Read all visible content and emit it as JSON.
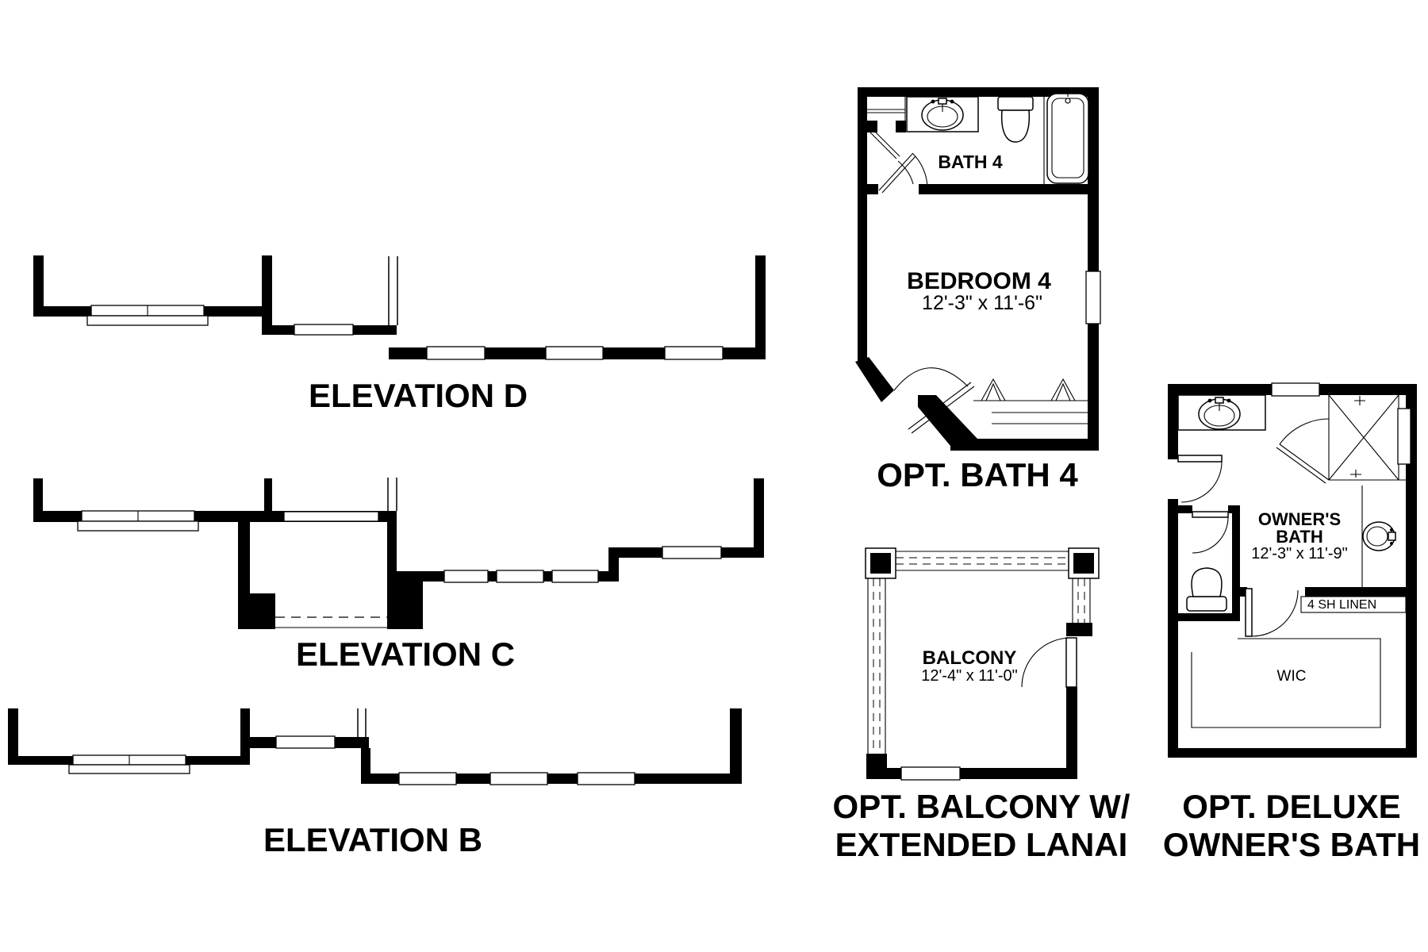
{
  "page": {
    "paper_color": "#ffffff",
    "ink_color": "#000000"
  },
  "elevations": [
    {
      "label": "ELEVATION D"
    },
    {
      "label": "ELEVATION C"
    },
    {
      "label": "ELEVATION B"
    }
  ],
  "opt_bath4": {
    "caption": "OPT. BATH 4",
    "bath_label": "BATH 4",
    "room": {
      "name": "BEDROOM 4",
      "dims": "12'-3\" x 11'-6\""
    }
  },
  "opt_balcony": {
    "caption_line1": "OPT. BALCONY W/",
    "caption_line2": "EXTENDED LANAI",
    "room": {
      "name": "BALCONY",
      "dims": "12'-4\" x 11'-0\""
    }
  },
  "opt_owners_bath": {
    "caption_line1": "OPT. DELUXE",
    "caption_line2": "OWNER'S BATH",
    "room": {
      "name_line1": "OWNER'S",
      "name_line2": "BATH",
      "dims": "12'-3\" x 11'-9\""
    },
    "linen_label": "4 SH LINEN",
    "wic_label": "WIC"
  }
}
